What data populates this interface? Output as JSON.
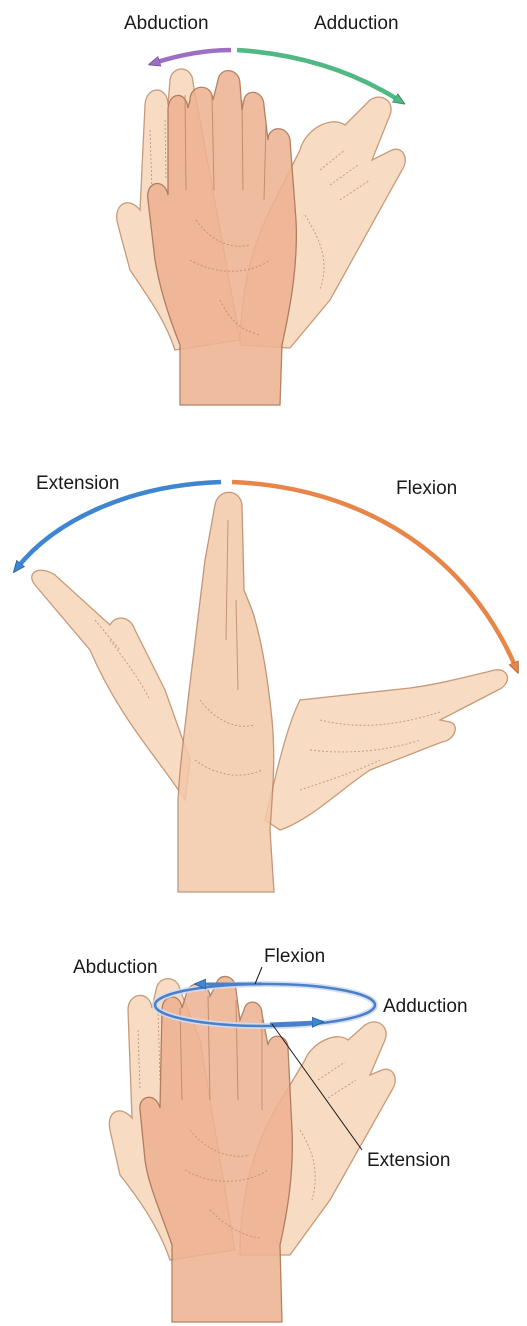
{
  "panel1": {
    "labels": {
      "abduction": "Abduction",
      "adduction": "Adduction"
    },
    "colors": {
      "abduction_arrow": "#9b6fc4",
      "adduction_arrow": "#4fb884"
    }
  },
  "panel2": {
    "labels": {
      "extension": "Extension",
      "flexion": "Flexion"
    },
    "colors": {
      "extension_arrow": "#3f86d1",
      "flexion_arrow": "#e8864a"
    }
  },
  "panel3": {
    "labels": {
      "abduction": "Abduction",
      "flexion": "Flexion",
      "adduction": "Adduction",
      "extension": "Extension"
    },
    "colors": {
      "circumduction_ring": "#4a7fc9"
    }
  }
}
